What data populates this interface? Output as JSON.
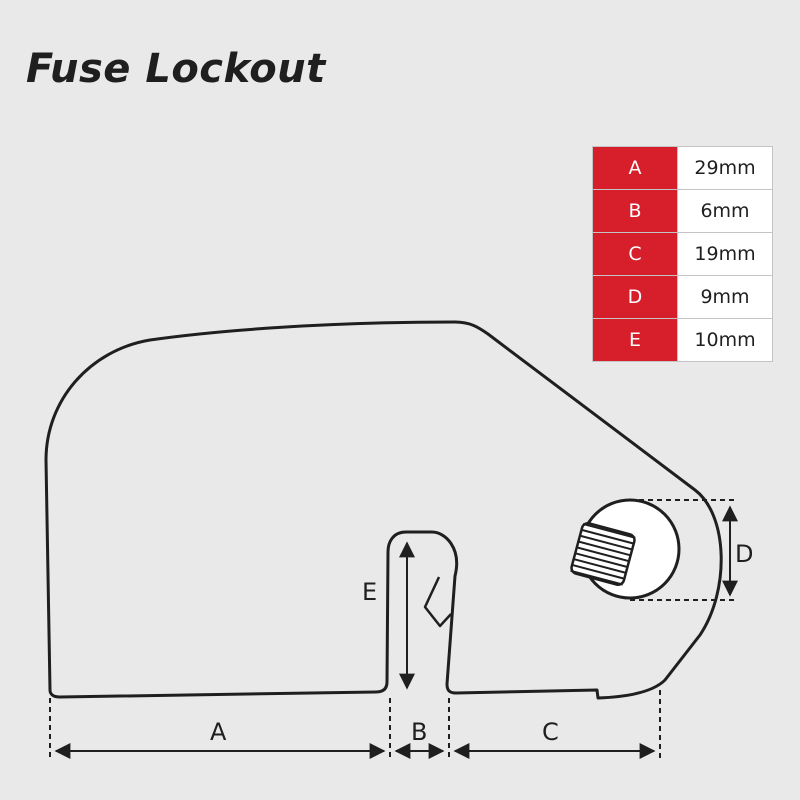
{
  "title": "Fuse Lockout",
  "dimensions": [
    {
      "key": "A",
      "value": "29mm"
    },
    {
      "key": "B",
      "value": "6mm"
    },
    {
      "key": "C",
      "value": "19mm"
    },
    {
      "key": "D",
      "value": "9mm"
    },
    {
      "key": "E",
      "value": "10mm"
    }
  ],
  "colors": {
    "accent": "#d61f2b",
    "background": "#e9e9ea",
    "outline": "#1f1f1f"
  }
}
